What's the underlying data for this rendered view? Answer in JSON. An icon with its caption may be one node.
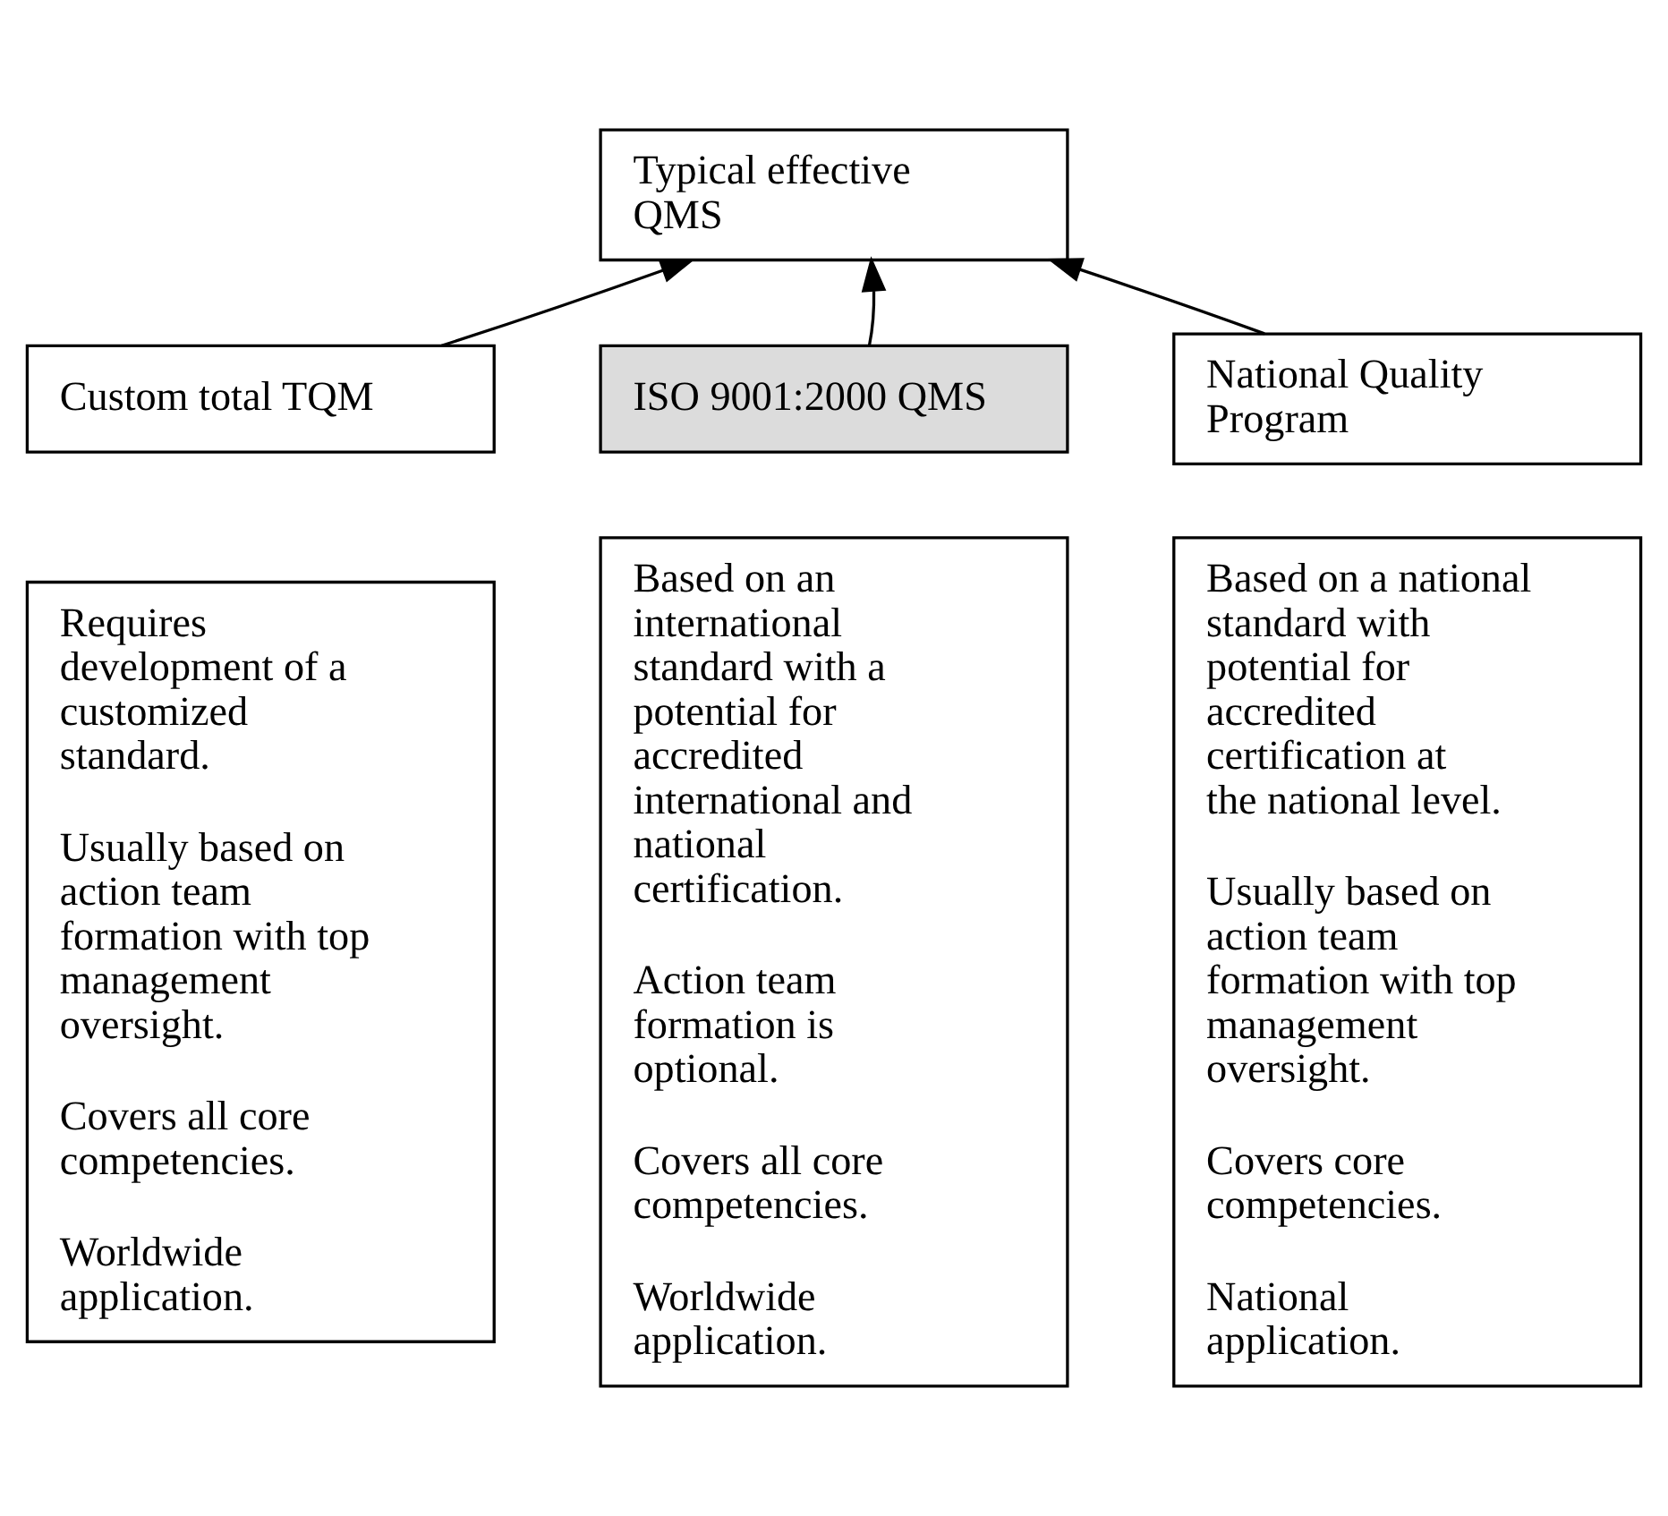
{
  "diagram": {
    "nodes": [
      {
        "text": [
          "Typical effective QMS"
        ]
      },
      {
        "text": [
          "Custom total TQM"
        ]
      },
      {
        "text": [
          "ISO 9001:2000 QMS"
        ]
      },
      {
        "text": [
          "National Quality Program"
        ]
      },
      {
        "text": [
          "Requires development of a customized standard.",
          "Usually based on action team formation with top management oversight.",
          "Covers all core competencies.",
          "Worldwide application."
        ]
      },
      {
        "text": [
          "Based on an international standard with a potential for accredited international and national certification.",
          "Action team formation is optional.",
          "Covers all core competencies.",
          "Worldwide application."
        ]
      },
      {
        "text": [
          "Based on a national standard with potential for accredited certification at the national level.",
          "Usually based on action team formation with top management oversight.",
          "Covers core competencies.",
          "National application."
        ]
      }
    ],
    "edges": [
      {
        "from": 1,
        "to": 0,
        "arrow": "to"
      },
      {
        "from": 2,
        "to": 0,
        "arrow": "to"
      },
      {
        "from": 3,
        "to": 0,
        "arrow": "to"
      }
    ]
  }
}
